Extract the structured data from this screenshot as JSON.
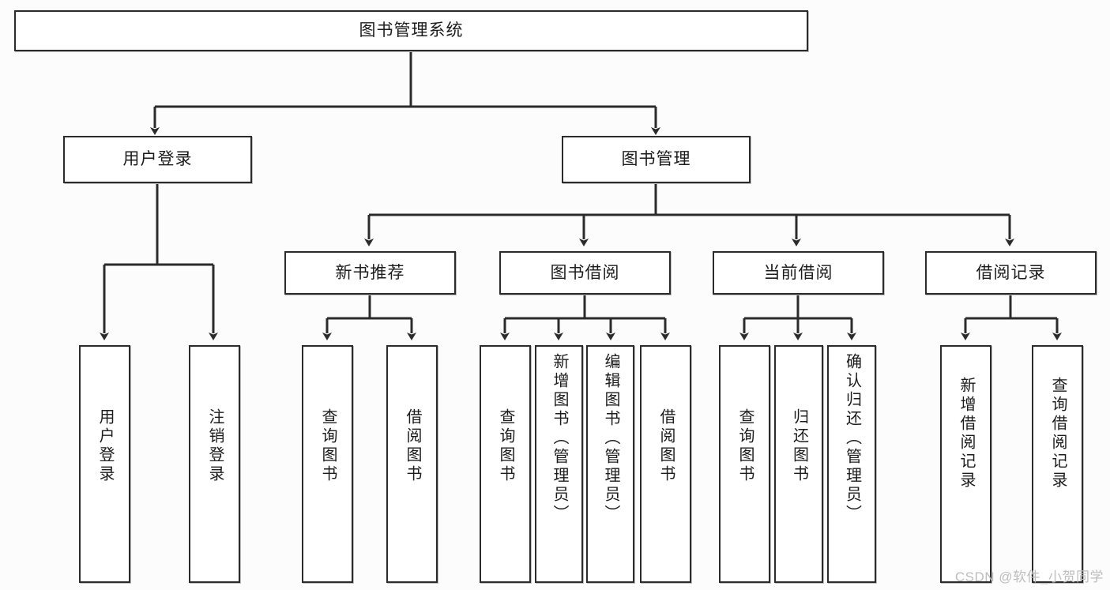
{
  "diagram": {
    "title": "图书管理系统",
    "type": "hierarchy-tree",
    "background_color": "#fcfcfc",
    "line_color": "#2b2b2b",
    "box_fill": "#ffffff"
  },
  "root": {
    "label": "图书管理系统"
  },
  "level2": [
    {
      "label": "用户登录"
    },
    {
      "label": "图书管理"
    }
  ],
  "level3": [
    {
      "label": "新书推荐"
    },
    {
      "label": "图书借阅"
    },
    {
      "label": "当前借阅"
    },
    {
      "label": "借阅记录"
    }
  ],
  "leaves": {
    "user_login": [
      {
        "label": "用户登录"
      },
      {
        "label": "注销登录"
      }
    ],
    "new_book_rec": [
      {
        "label": "查询图书"
      },
      {
        "label": "借阅图书"
      }
    ],
    "book_borrow": [
      {
        "label": "查询图书"
      },
      {
        "label": "新增图书（管理员）"
      },
      {
        "label": "编辑图书（管理员）"
      },
      {
        "label": "借阅图书"
      }
    ],
    "current_borrow": [
      {
        "label": "查询图书"
      },
      {
        "label": "归还图书"
      },
      {
        "label": "确认归还（管理员）"
      }
    ],
    "borrow_record": [
      {
        "label": "新增借阅记录"
      },
      {
        "label": "查询借阅记录"
      }
    ]
  },
  "watermark": {
    "text": "CSDN @软件_小贺同学"
  }
}
